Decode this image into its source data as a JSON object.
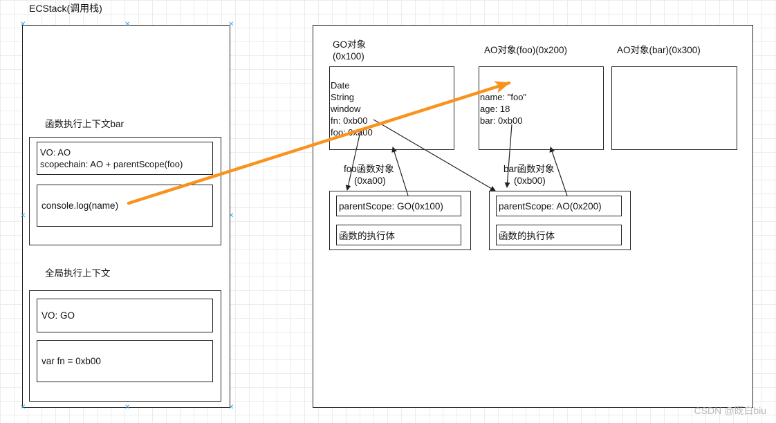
{
  "ecstack": {
    "title": "ECStack(调用栈)",
    "bar_context": {
      "title": "函数执行上下文bar",
      "vo_line1": "VO: AO",
      "vo_line2": "scopechain: AO + parentScope(foo)",
      "code": "console.log(name)"
    },
    "global_context": {
      "title": "全局执行上下文",
      "vo": "VO: GO",
      "code": "var fn = 0xb00"
    }
  },
  "heap": {
    "go": {
      "title_line1": "GO对象",
      "title_line2": "(0x100)",
      "props": [
        "Date",
        "String",
        "window",
        "fn: 0xb00",
        "foo: 0xa00"
      ]
    },
    "ao_foo": {
      "title": "AO对象(foo)(0x200)",
      "props": [
        "name: \"foo\"",
        "age: 18",
        "bar: 0xb00"
      ]
    },
    "ao_bar": {
      "title": "AO对象(bar)(0x300)"
    },
    "foo_func": {
      "label_line1": "foo函数对象",
      "label_line2": "(0xa00)",
      "scope": "parentScope: GO(0x100)",
      "body": "函数的执行体"
    },
    "bar_func": {
      "label_line1": "bar函数对象",
      "label_line2": "(0xb00)",
      "scope": "parentScope: AO(0x200)",
      "body": "函数的执行体"
    }
  },
  "watermark": "CSDN @既白biu",
  "colors": {
    "highlight_arrow": "#f7931e",
    "stroke": "#222222",
    "handle": "#39a0e0"
  }
}
